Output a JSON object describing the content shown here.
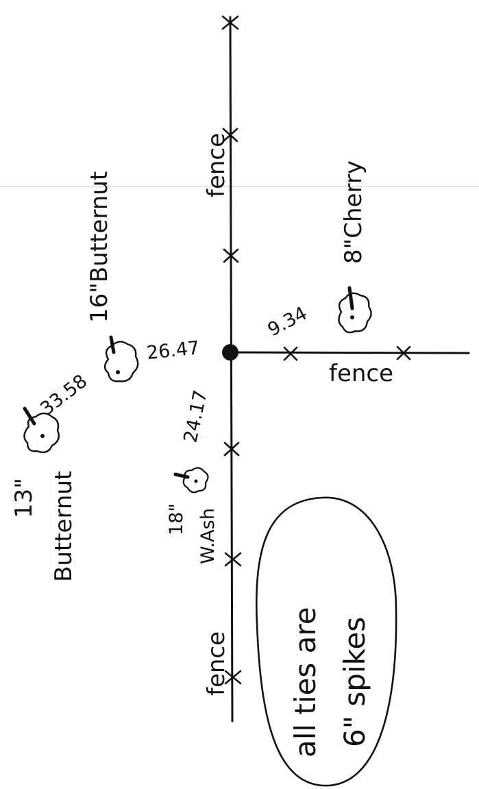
{
  "labels": {
    "fence_top": "fence",
    "fence_right": "fence",
    "fence_bottom": "fence",
    "cherry": "8\"Cherry",
    "butternut_16": "16\"Butternut",
    "butternut_13_size": "13\"",
    "butternut_13_name": "Butternut",
    "ash_size": "18\"",
    "ash_name": "W.Ash"
  },
  "measurements": {
    "cherry": "9.34",
    "butternut_16": "26.47",
    "butternut_13": "33.58",
    "ash": "24.17"
  },
  "note": {
    "line1": "all ties are",
    "line2": "6\" spikes"
  },
  "colors": {
    "ink": "#111111",
    "scan_line": "#cccccc"
  },
  "icons": {
    "tree": "tree-icon",
    "post": "x-mark-icon",
    "corner": "corner-post-icon"
  }
}
